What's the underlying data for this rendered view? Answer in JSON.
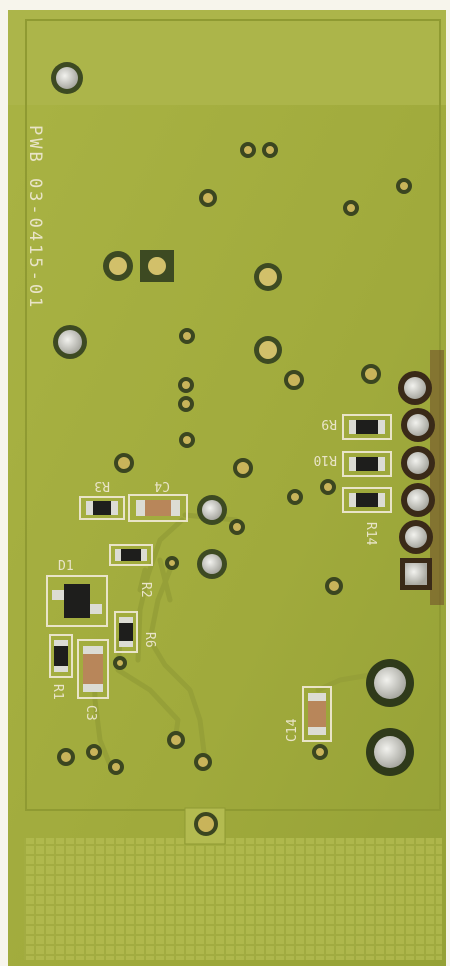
{
  "board": {
    "marking": "PWB 03-0415-01",
    "colors": {
      "background": "#f7f5ec",
      "board": "#a3ad3e",
      "board_dark": "#8e9a34",
      "trace": "#9aa53a",
      "pad_gold": "#c9b45a",
      "pad_silver": "#dcdcd4",
      "silkscreen": "#e9e4c8",
      "component_body": "#1e1e1c",
      "capacitor_body": "#b8865a"
    }
  },
  "components": [
    {
      "ref": "R3"
    },
    {
      "ref": "C4"
    },
    {
      "ref": "R2"
    },
    {
      "ref": "D1"
    },
    {
      "ref": "R6"
    },
    {
      "ref": "R1"
    },
    {
      "ref": "C3"
    },
    {
      "ref": "R9"
    },
    {
      "ref": "R10"
    },
    {
      "ref": "R14"
    },
    {
      "ref": "C14"
    }
  ]
}
